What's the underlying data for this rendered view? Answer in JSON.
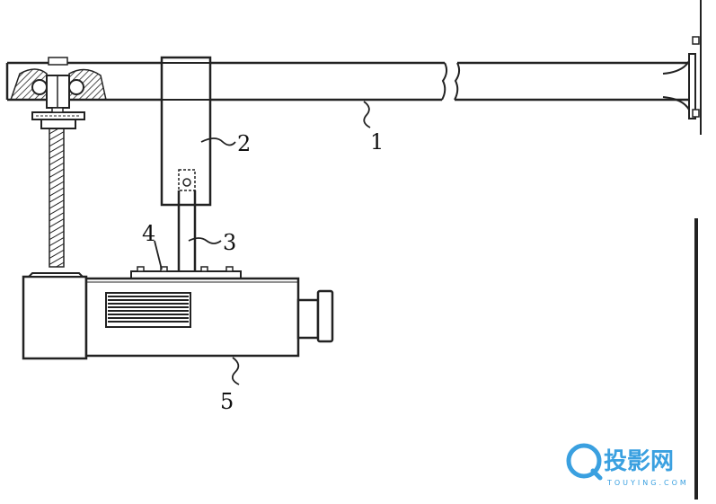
{
  "figure": {
    "labels": [
      {
        "id": "arm",
        "text": "1"
      },
      {
        "id": "clamp",
        "text": "2"
      },
      {
        "id": "rod",
        "text": "3"
      },
      {
        "id": "plate",
        "text": "4"
      },
      {
        "id": "projector",
        "text": "5"
      }
    ]
  },
  "watermark": {
    "text": "投影网",
    "subtext": "TOUYING.COM",
    "color": "#3aa0e0"
  }
}
